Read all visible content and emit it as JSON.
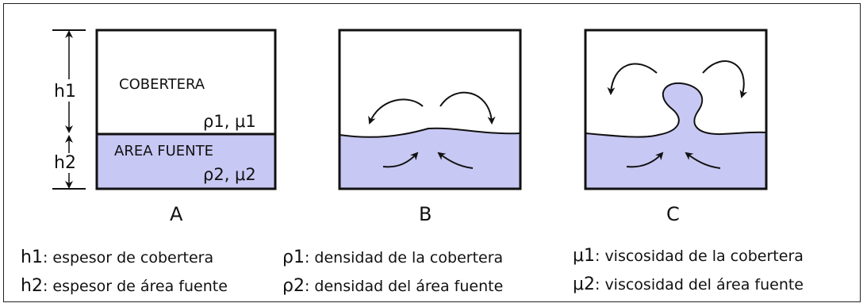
{
  "colors": {
    "fill": "#c8c8f4",
    "stroke": "#111111"
  },
  "panel_a": {
    "h1_label": "h1",
    "h2_label": "h2",
    "top_layer_label": "COBERTERA",
    "top_layer_props": "ρ1, μ1",
    "bottom_layer_label": "AREA FUENTE",
    "bottom_layer_props": "ρ2, μ2",
    "caption": "A"
  },
  "panel_b": {
    "caption": "B"
  },
  "panel_c": {
    "caption": "C"
  },
  "legend": {
    "h1": {
      "symbol": "h1",
      "text": ": espesor de cobertera"
    },
    "h2": {
      "symbol": "h2",
      "text": ": espesor de área fuente"
    },
    "rho1": {
      "symbol": "ρ1",
      "text": ": densidad de la cobertera"
    },
    "rho2": {
      "symbol": "ρ2",
      "text": ": densidad del área fuente"
    },
    "mu1": {
      "symbol": "μ1",
      "text": ": viscosidad de la cobertera"
    },
    "mu2": {
      "symbol": "μ2",
      "text": ": viscosidad del área fuente"
    }
  }
}
